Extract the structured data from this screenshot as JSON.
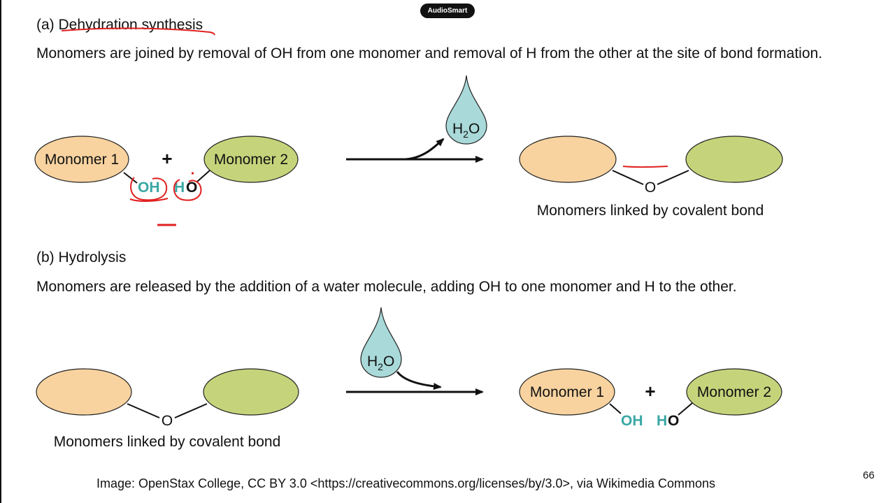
{
  "badge": "AudioSmart",
  "section_a": {
    "heading": "(a) Dehydration synthesis",
    "description": "Monomers are joined by removal of OH from one monomer and removal of H from the other at the site of bond formation.",
    "monomer1": "Monomer 1",
    "monomer2": "Monomer 2",
    "plus": "+",
    "oh": "OH",
    "h": "H",
    "o": "O",
    "water_h": "H",
    "water_sub": "2",
    "water_o": "O",
    "product_o": "O",
    "product_caption": "Monomers linked by covalent bond"
  },
  "section_b": {
    "heading": "(b) Hydrolysis",
    "description": "Monomers are released by the addition of a water molecule, adding OH to one monomer and H to the other.",
    "reactant_o": "O",
    "reactant_caption": "Monomers linked by covalent bond",
    "water_h": "H",
    "water_sub": "2",
    "water_o": "O",
    "monomer1": "Monomer 1",
    "monomer2": "Monomer 2",
    "plus": "+",
    "oh": "OH",
    "h": "H",
    "o": "O"
  },
  "colors": {
    "monomer1_fill": "#f8d3a0",
    "monomer2_fill": "#c5d47a",
    "water_fill": "#a9d9d9",
    "teal_text": "#3aa8a4",
    "annotation_red": "#e02020"
  },
  "credit": "Image: OpenStax College, CC BY 3.0 <https://creativecommons.org/licenses/by/3.0>, via Wikimedia Commons",
  "page_number": "66"
}
